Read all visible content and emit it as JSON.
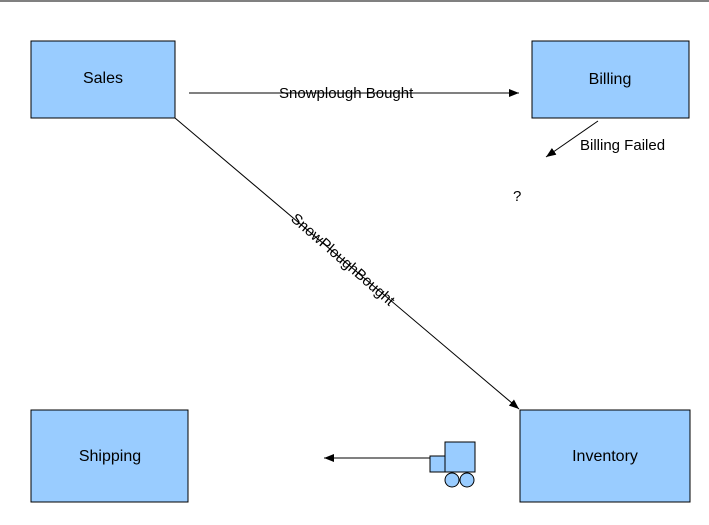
{
  "nodes": {
    "sales": "Sales",
    "billing": "Billing",
    "shipping": "Shipping",
    "inventory": "Inventory"
  },
  "edges": {
    "sales_to_billing": "Snowplough Bought",
    "billing_failed": "Billing Failed",
    "sales_to_inventory": "SnowPloughBought"
  },
  "question_mark": "?",
  "icons": {
    "truck": "truck-icon"
  },
  "colors": {
    "box_fill": "#99ccff",
    "stroke": "#000000"
  }
}
